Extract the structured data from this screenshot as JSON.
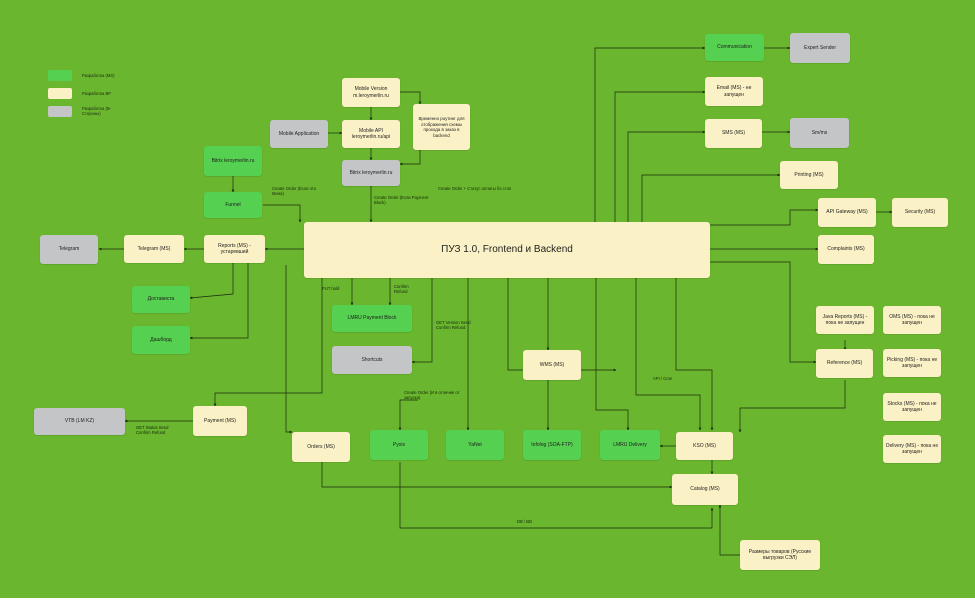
{
  "legend": {
    "items": [
      {
        "text": "Разработка (MS)",
        "color": "#55d050"
      },
      {
        "text": "Разработка ВР",
        "color": "#fbf1c6"
      },
      {
        "text": "Разработка (В-Стороны)",
        "color": "#c3c5c7"
      }
    ]
  },
  "nodes": {
    "core": "ПУЗ 1.0, Frontend и Backend",
    "communication": "Communication",
    "expert_sender": "Expert Sender",
    "email": "Email (MS) - не запущен",
    "sms": "SMS (MS)",
    "smsc": "Sm/ms",
    "printing": "Printing (MS)",
    "api_gateway": "API Gateway (MS)",
    "security": "Security (MS)",
    "complaints": "Complaints (MS)",
    "java_reports": "Java Reports (MS) - пока не запущен",
    "oms": "OMS (MS) - пока не запущен",
    "picking": "Picking (MS) - пока не запущен",
    "stocks": "Stocks (MS) - пока не запущен",
    "delivery": "Delivery (MS) - пока не запущен",
    "reference": "Reference (MS)",
    "mobile_version": "Mobile Version m.leroymerlin.ru",
    "mobile_api": "Mobile API leroymerlin.ru/api",
    "mobile_app": "Mobile Application",
    "mobile_note": "Временно роутинг для отображения схемы прохода в заказ в backend",
    "bitrix_top": "Bitrix leroymerlin.ru",
    "bitrix": "Bitrix leroymerlin.ru",
    "funnel": "Funnel",
    "telegram": "Telegram",
    "telegram_ms": "Telegram (MS)",
    "reports": "Reports (MS) - устаревший",
    "dostavista": "Достависта",
    "dashboard": "Дашборд",
    "lmru_payment": "LMRU Payment Block",
    "shortcuts": "Shortcuts",
    "wms": "WMS (MS)",
    "payment": "Payment (MS)",
    "vtb": "VTB (LM KZ)",
    "orders": "Orders (MS)",
    "pyxis": "Pyxis",
    "yandex": "YaNet",
    "infolog": "Infolog (SOA-FTP)",
    "lmru_delivery": "LMRU Delivery",
    "kso": "KSO (MS)",
    "catalog": "Catalog (MS)",
    "sizes": "Размеры товаров (Русские выгрузки СЭЛ)"
  },
  "edge_labels": {
    "create_order_left": "Create Order (Если это Мона)",
    "create_order_mid": "Create Order (Если Payment Block)",
    "create_order_right": "Create Order + Статус оплаты бэ стоп",
    "put_hold": "PUT hold",
    "confirm_refund": "Confirm Refund",
    "get_version": "GET Version Send Confirm Refund",
    "create_order_low": "Create Order (И в отличие от запуска)",
    "get_status": "GET Status Send Confirm Refund",
    "api_cron": "API / Cron",
    "db_bd": "DB / BD"
  }
}
